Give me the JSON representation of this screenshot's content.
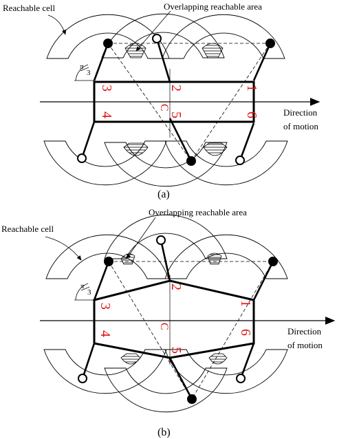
{
  "panel_a": {
    "caption": "(a)",
    "label_reachable_cell": "Reachable cell",
    "label_overlap": "Overlapping reachable area",
    "label_direction_1": "Direction",
    "label_direction_2": "of motion",
    "angle_num": "π",
    "angle_den": "3",
    "center_label": "C",
    "legs": [
      "1",
      "2",
      "3",
      "4",
      "5",
      "6"
    ]
  },
  "panel_b": {
    "caption": "(b)",
    "label_reachable_cell": "Reachable cell",
    "label_overlap": "Overlapping reachable area",
    "label_direction_1": "Direction",
    "label_direction_2": "of motion",
    "angle_num": "π",
    "angle_den": "3",
    "center_label": "C",
    "legs": [
      "1",
      "2",
      "3",
      "4",
      "5",
      "6"
    ]
  },
  "colors": {
    "leg_number": "#e01010",
    "line": "#000000",
    "background": "#ffffff"
  }
}
